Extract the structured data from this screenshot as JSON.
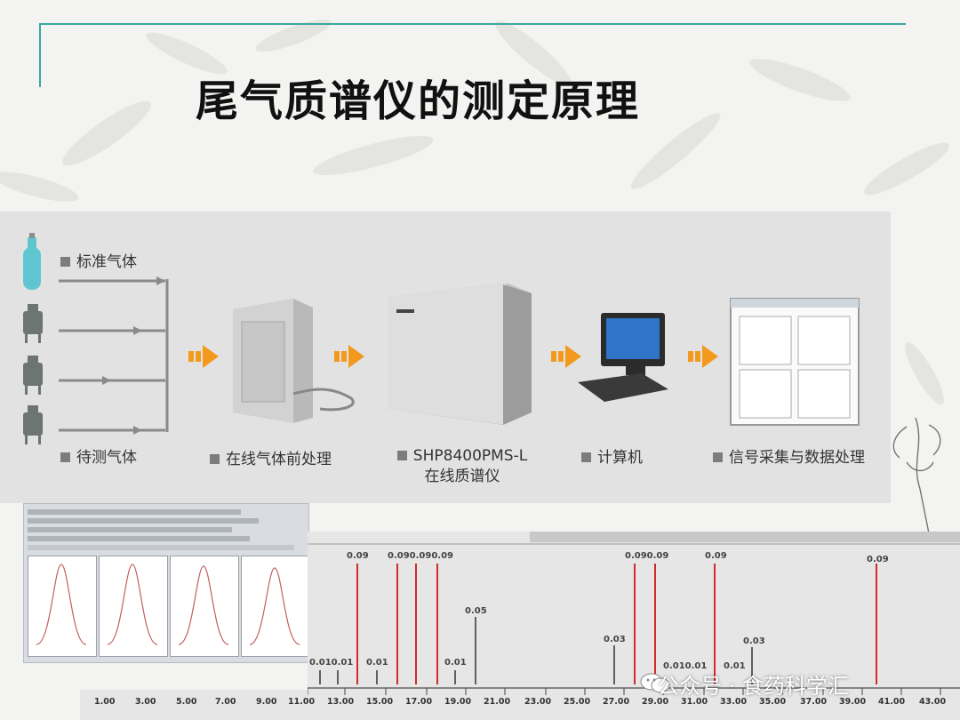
{
  "slide": {
    "title": "尾气质谱仪的测定原理"
  },
  "process": {
    "inputs": {
      "standard_gas": "标准气体",
      "test_gas": "待测气体"
    },
    "steps": [
      {
        "label": "在线气体前处理"
      },
      {
        "label_line1": "SHP8400PMS-L",
        "label_line2": "在线质谱仪"
      },
      {
        "label": "计算机"
      },
      {
        "label": "信号采集与数据处理"
      }
    ]
  },
  "spectrum": {
    "peaks": [
      "0.09",
      "0.090.090.09",
      "0.05",
      "0.03",
      "0.090.09",
      "0.09",
      "0.03",
      "0.09",
      "0.010.01",
      "0.01",
      "0.01",
      "0.010.01",
      "0.01"
    ],
    "x_ticks": [
      "1.00",
      "3.00",
      "5.00",
      "7.00",
      "9.00",
      "11.00",
      "13.00",
      "15.00",
      "17.00",
      "19.00",
      "21.00",
      "23.00",
      "25.00",
      "27.00",
      "29.00",
      "31.00",
      "33.00",
      "35.00",
      "37.00",
      "39.00",
      "41.00",
      "43.00"
    ]
  },
  "watermark": {
    "text": "公众号 · 食药科学汇"
  },
  "colors": {
    "accent_line": "#3aa7a0",
    "arrow": "#f39a1e",
    "peak_red": "#d42a2a"
  }
}
